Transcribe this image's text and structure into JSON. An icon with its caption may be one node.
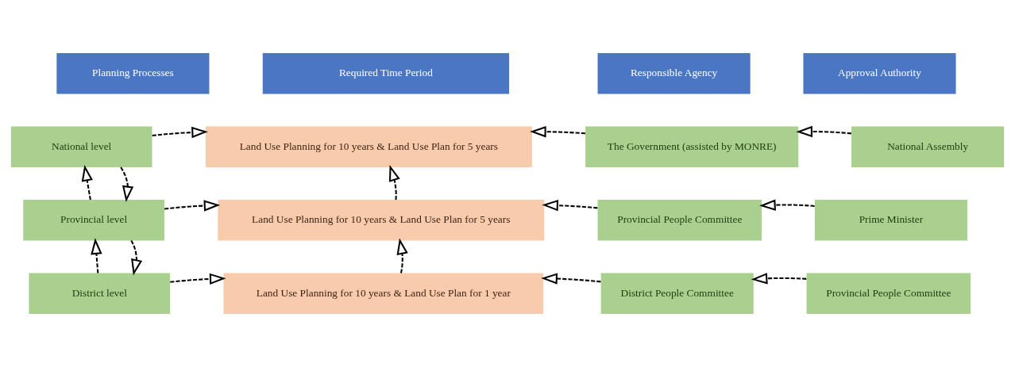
{
  "diagram": {
    "nodes": [
      {
        "text": [
          "Planning Processes"
        ]
      },
      {
        "text": [
          "Required Time Period"
        ]
      },
      {
        "text": [
          "Responsible Agency"
        ]
      },
      {
        "text": [
          "Approval Authority"
        ]
      },
      {
        "text": [
          "National level"
        ]
      },
      {
        "text": [
          "Land Use Planning for 10 years & Land Use Plan for 5 years"
        ]
      },
      {
        "text": [
          "The Government (assisted by MONRE)"
        ]
      },
      {
        "text": [
          "National Assembly"
        ]
      },
      {
        "text": [
          "Provincial level"
        ]
      },
      {
        "text": [
          "Land Use Planning for 10 years & Land Use Plan for 5 years"
        ]
      },
      {
        "text": [
          "Provincial People Committee"
        ]
      },
      {
        "text": [
          "Prime Minister"
        ]
      },
      {
        "text": [
          "District level"
        ]
      },
      {
        "text": [
          "Land Use Planning for 10 years & Land Use Plan for 1 year"
        ]
      },
      {
        "text": [
          "District People Committee"
        ]
      },
      {
        "text": [
          "Provincial People Committee"
        ]
      }
    ],
    "edges": [
      {
        "from": 4,
        "to": 5,
        "arrow": "to",
        "style": "dashed"
      },
      {
        "from": 6,
        "to": 5,
        "arrow": "to",
        "style": "dashed"
      },
      {
        "from": 7,
        "to": 6,
        "arrow": "to",
        "style": "dashed"
      },
      {
        "from": 8,
        "to": 4,
        "arrow": "to",
        "style": "dashed"
      },
      {
        "from": 4,
        "to": 8,
        "arrow": "to",
        "style": "dashed"
      },
      {
        "from": 9,
        "to": 5,
        "arrow": "to",
        "style": "dashed"
      },
      {
        "from": 8,
        "to": 9,
        "arrow": "to",
        "style": "dashed"
      },
      {
        "from": 10,
        "to": 9,
        "arrow": "to",
        "style": "dashed"
      },
      {
        "from": 11,
        "to": 10,
        "arrow": "to",
        "style": "dashed"
      },
      {
        "from": 12,
        "to": 8,
        "arrow": "to",
        "style": "dashed"
      },
      {
        "from": 8,
        "to": 12,
        "arrow": "to",
        "style": "dashed"
      },
      {
        "from": 13,
        "to": 9,
        "arrow": "to",
        "style": "dashed"
      },
      {
        "from": 12,
        "to": 13,
        "arrow": "to",
        "style": "dashed"
      },
      {
        "from": 14,
        "to": 13,
        "arrow": "to",
        "style": "dashed"
      },
      {
        "from": 15,
        "to": 14,
        "arrow": "to",
        "style": "dashed"
      }
    ]
  }
}
